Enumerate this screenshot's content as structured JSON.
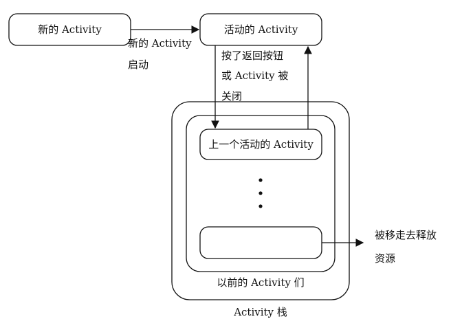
{
  "nodes": {
    "new_activity": "新的 Activity",
    "active_activity": "活动的 Activity",
    "previous_activity": "上一个活动的 Activity",
    "removed_slot": ""
  },
  "edges": {
    "new_activity_started": [
      "新的 Activity",
      "启动"
    ],
    "back_or_closed": [
      "按了返回按钮",
      "或 Activity 被",
      "关闭"
    ],
    "removed_to_free": [
      "被移走去释放",
      "资源"
    ]
  },
  "containers": {
    "previous_activities": "以前的 Activity 们",
    "activity_stack": "Activity 栈"
  },
  "ellipsis": [
    "•",
    "•",
    "•"
  ]
}
